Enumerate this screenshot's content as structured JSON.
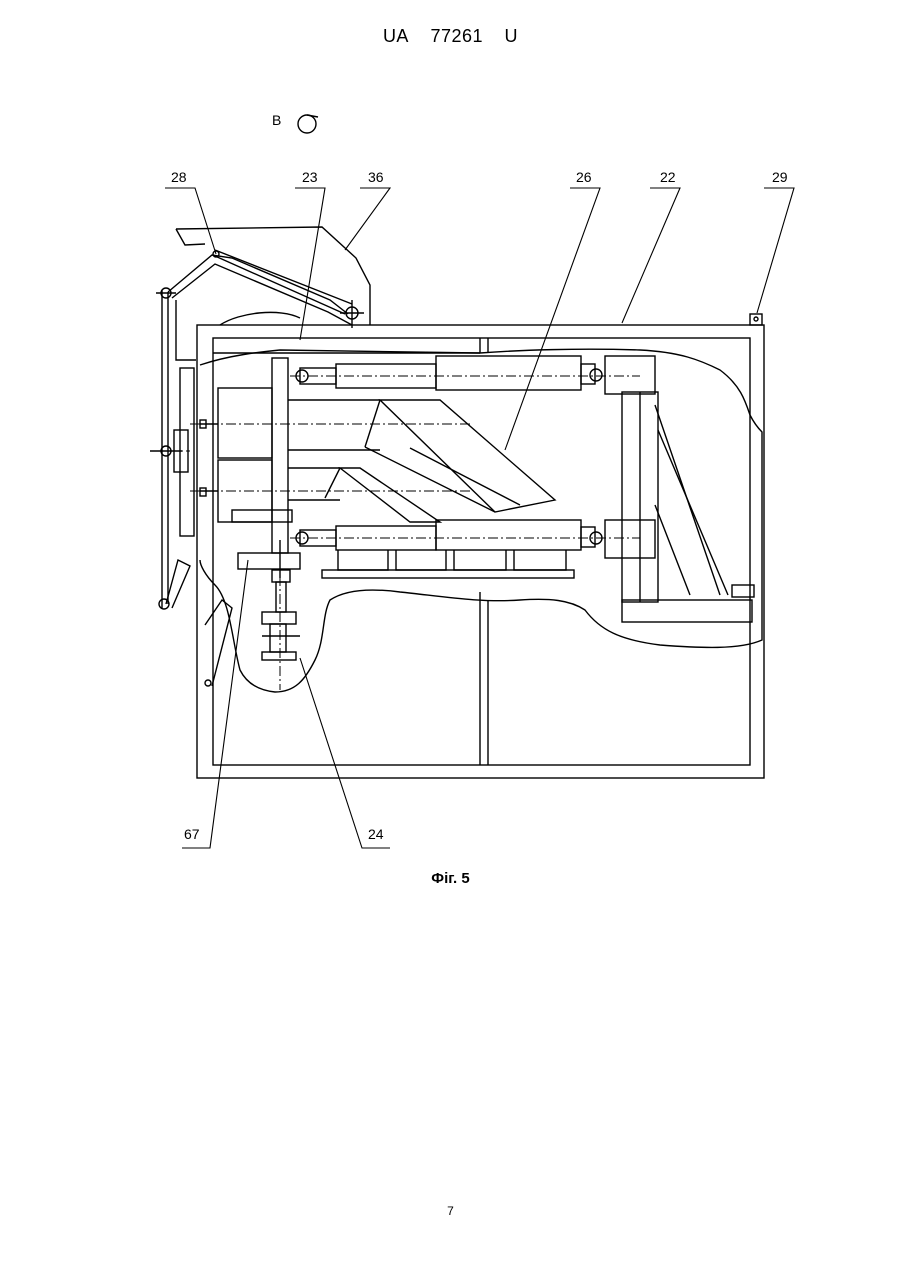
{
  "header": {
    "country": "UA",
    "number": "77261",
    "kind": "U"
  },
  "view_mark": "B",
  "labels": {
    "l28": "28",
    "l23": "23",
    "l36": "36",
    "l26": "26",
    "l22": "22",
    "l29": "29",
    "l67": "67",
    "l24": "24"
  },
  "caption": "Фіг. 5",
  "page_number": "7"
}
